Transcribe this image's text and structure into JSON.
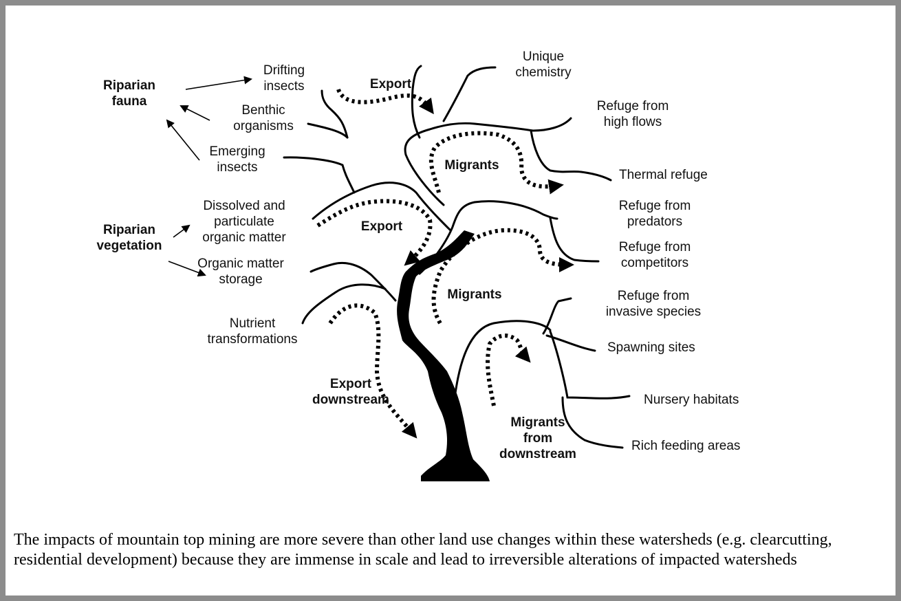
{
  "diagram": {
    "labels": {
      "riparian_fauna": "Riparian\nfauna",
      "riparian_vegetation": "Riparian\nvegetation",
      "drifting_insects": "Drifting\ninsects",
      "benthic_organisms": "Benthic\norganisms",
      "emerging_insects": "Emerging\ninsects",
      "dissolved_organic_matter": "Dissolved and\nparticulate\norganic matter",
      "organic_matter_storage": "Organic matter\nstorage",
      "nutrient_transformations": "Nutrient\ntransformations",
      "unique_chemistry": "Unique\nchemistry",
      "refuge_high_flows": "Refuge from\nhigh flows",
      "thermal_refuge": "Thermal refuge",
      "refuge_predators": "Refuge from\npredators",
      "refuge_competitors": "Refuge from\ncompetitors",
      "refuge_invasive": "Refuge from\ninvasive species",
      "spawning_sites": "Spawning sites",
      "nursery_habitats": "Nursery habitats",
      "rich_feeding_areas": "Rich feeding areas",
      "export_top": "Export",
      "export_mid": "Export",
      "export_downstream": "Export\ndownstream",
      "migrants_top": "Migrants",
      "migrants_mid": "Migrants",
      "migrants_downstream": "Migrants\nfrom\ndownstream"
    }
  },
  "caption": "The impacts of mountain top mining are more severe than other land use changes within these watersheds (e.g. clearcutting, residential development) because they are immense in scale and lead to irreversible alterations of impacted watersheds"
}
